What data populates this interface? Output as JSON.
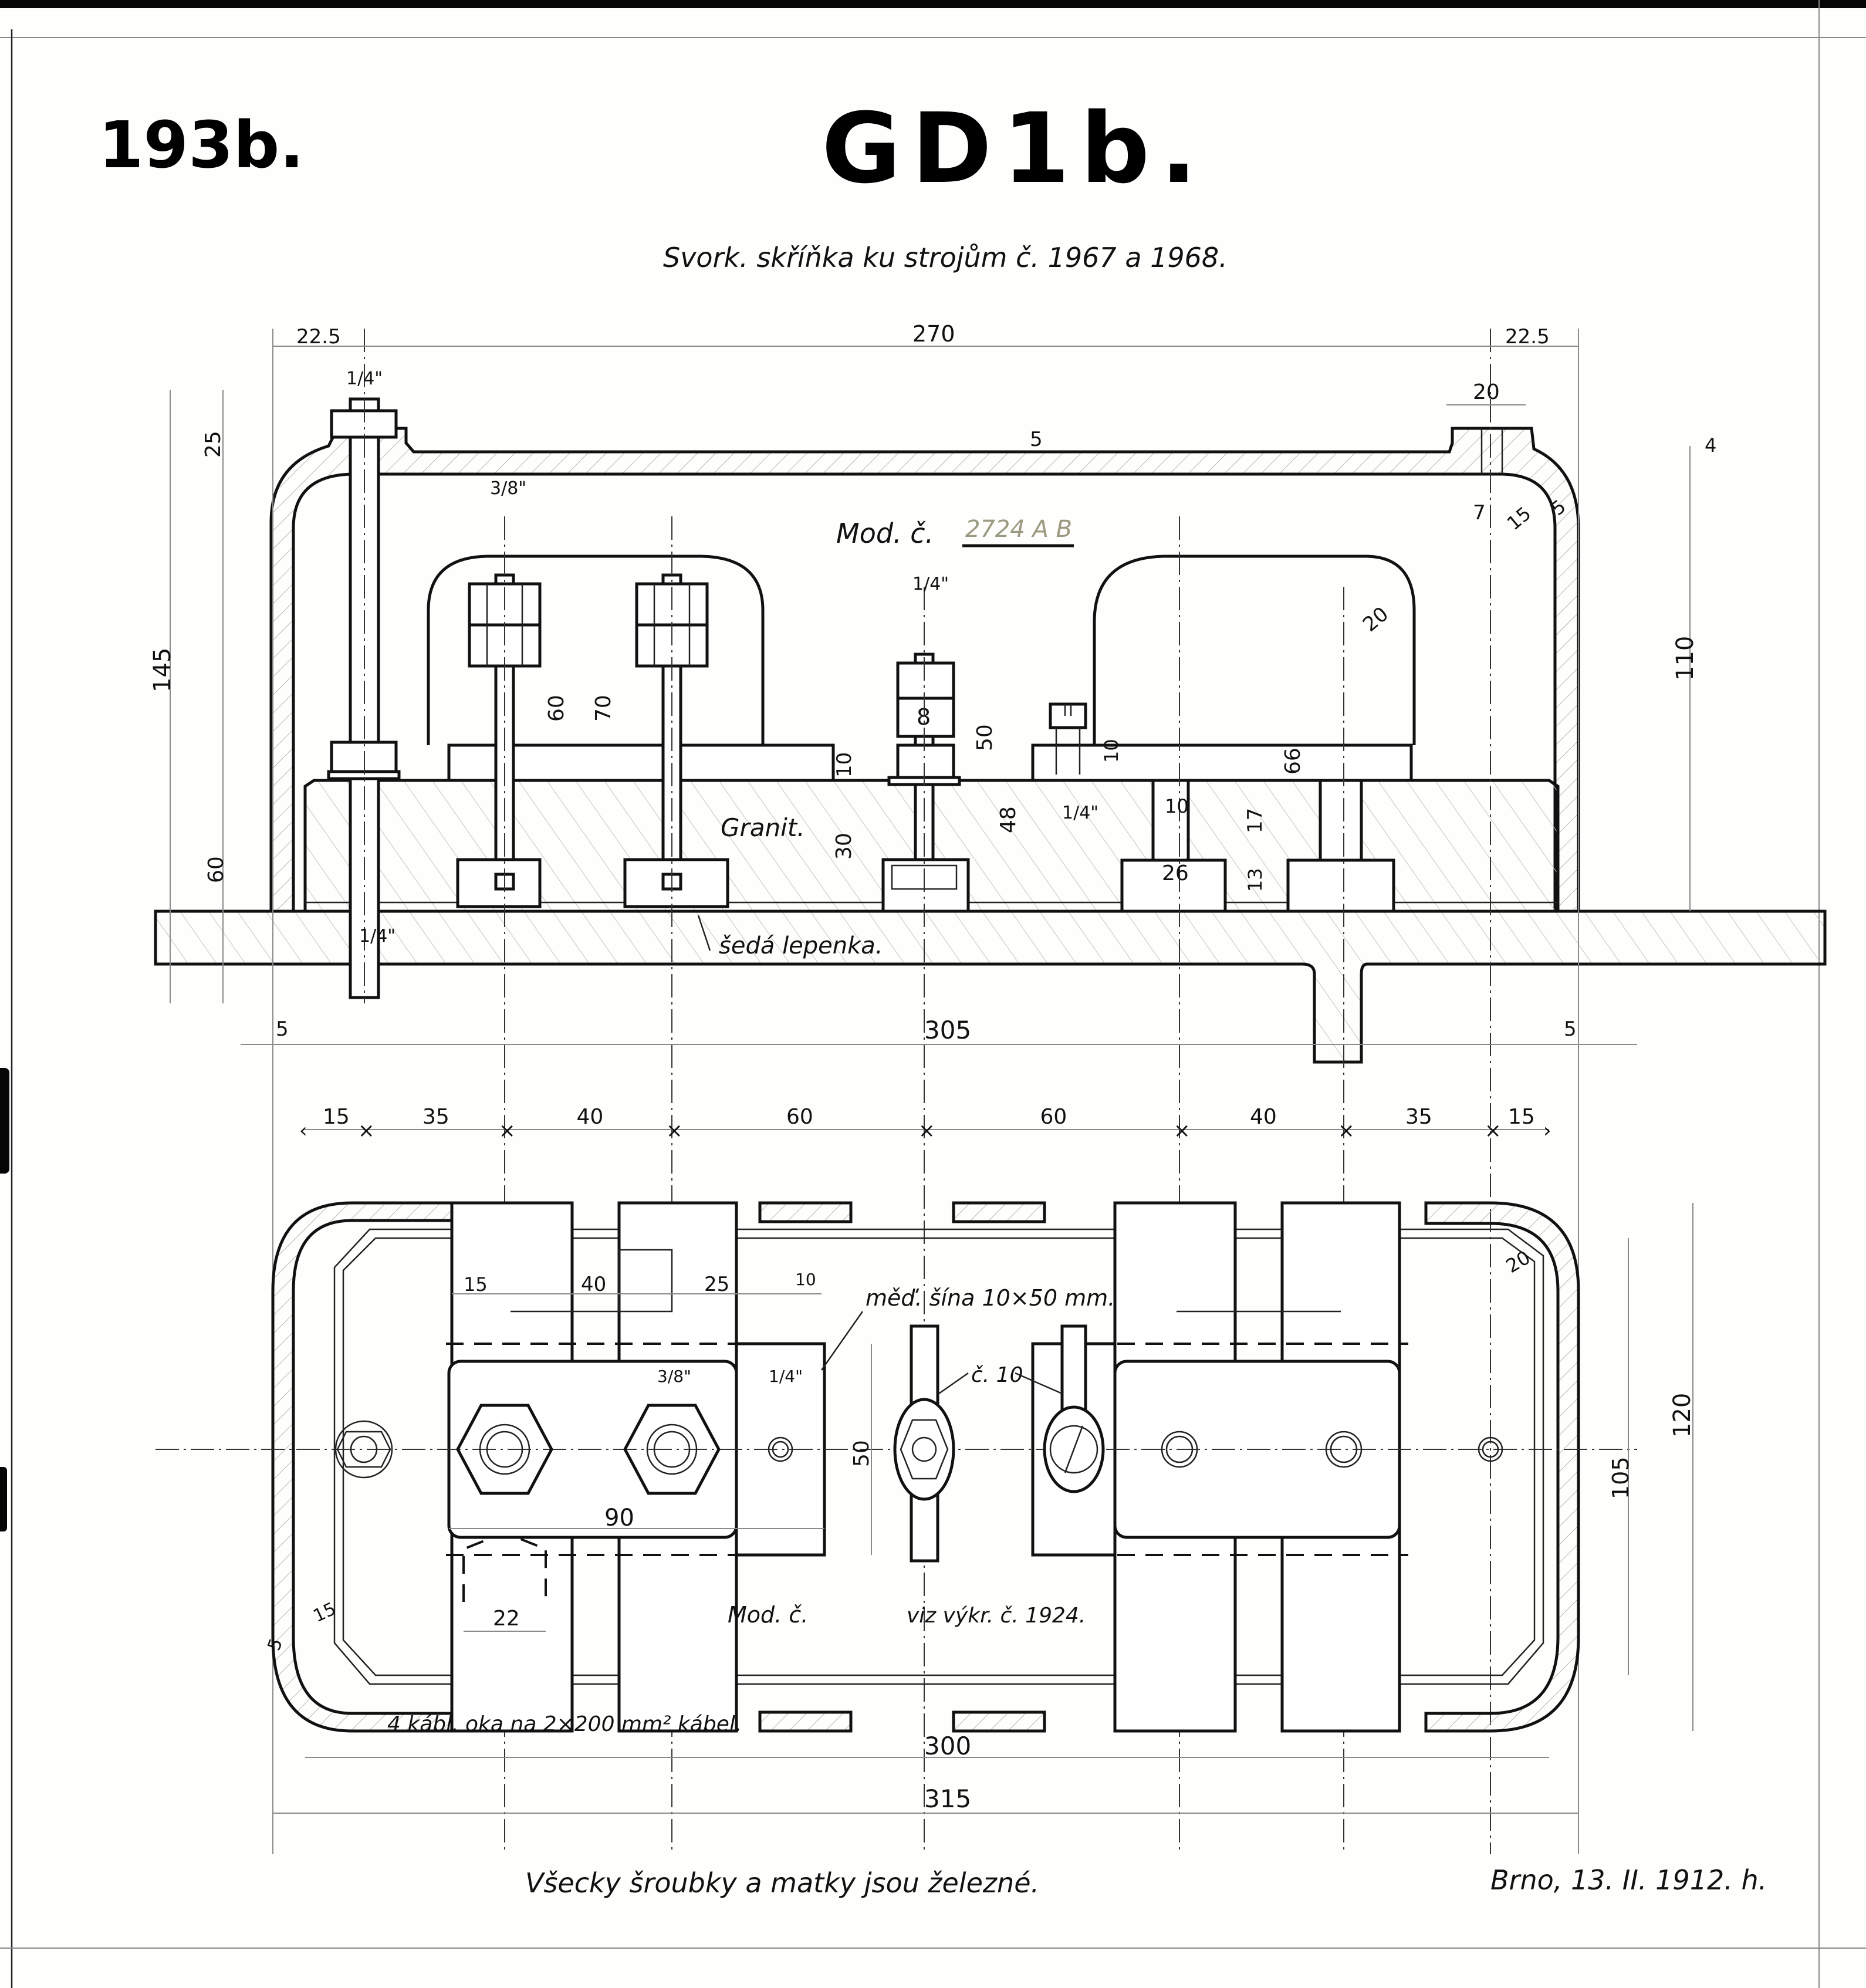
{
  "sheet": {
    "sheet_number": "193b.",
    "drawing_code": "GD1b.",
    "subtitle": "Svork. skříňka ku strojům č. 1967 a 1968.",
    "footer_note": "Všecky šroubky a matky jsou železné.",
    "signature": "Brno, 13. II. 1912. h."
  },
  "elevation_view": {
    "labels": {
      "model_label": "Mod. č.",
      "model_number_pencil": "2724 A B",
      "material_granite": "Granit.",
      "material_gray_board": "šedá lepenka."
    },
    "dimensions": {
      "left_offset": "22.5",
      "overall_width": "270",
      "right_offset": "22.5",
      "lug_width": "20",
      "wall_thickness_top": "5",
      "stud_left_size": "1/4\"",
      "stud_left_size_lower": "1/4\"",
      "bolt_size_3_8": "3/8\"",
      "bolt_size_1_4_mid": "1/4\"",
      "bolt_nut_8": "8",
      "lug_top_height": "4",
      "hole_dia": "7",
      "fillet_15": "15",
      "fillet_5": "5",
      "lid_radius": "20",
      "height_25": "25",
      "height_145": "145",
      "height_60_base": "60",
      "height_110": "110",
      "bolt_length_60": "60",
      "bolt_length_70": "70",
      "plate_10": "10",
      "granite_30": "30",
      "stud_50": "50",
      "stud_48": "48",
      "screw_10": "10",
      "screw_1_4": "1/4\"",
      "slot_10": "10",
      "pocket_26": "26",
      "depth_17": "17",
      "depth_13": "13",
      "height_66": "66",
      "side_gap_left": "5",
      "side_gap_right": "5",
      "base_305": "305"
    }
  },
  "plan_view": {
    "labels": {
      "copper_bar": "měď. šína 10×50 mm.",
      "lug_no": "č. 10",
      "model_label": "Mod. č.",
      "see_drawing": "viz výkr. č. 1924.",
      "cable_lugs": "4 kábl. oka na 2×200 mm² kábel."
    },
    "spacing_chain": [
      "15",
      "35",
      "40",
      "60",
      "60",
      "40",
      "35",
      "15"
    ],
    "dimensions": {
      "inner_15": "15",
      "inner_40": "40",
      "inner_25": "25",
      "inner_10": "10",
      "bolt_3_8": "3/8\"",
      "bolt_1_4": "1/4\"",
      "bar_height_50": "50",
      "bar_length_90": "90",
      "lug_width_22": "22",
      "corner_15": "15",
      "corner_5": "5",
      "corner_20": "20",
      "height_105": "105",
      "height_120": "120",
      "width_300": "300",
      "width_315": "315"
    }
  }
}
